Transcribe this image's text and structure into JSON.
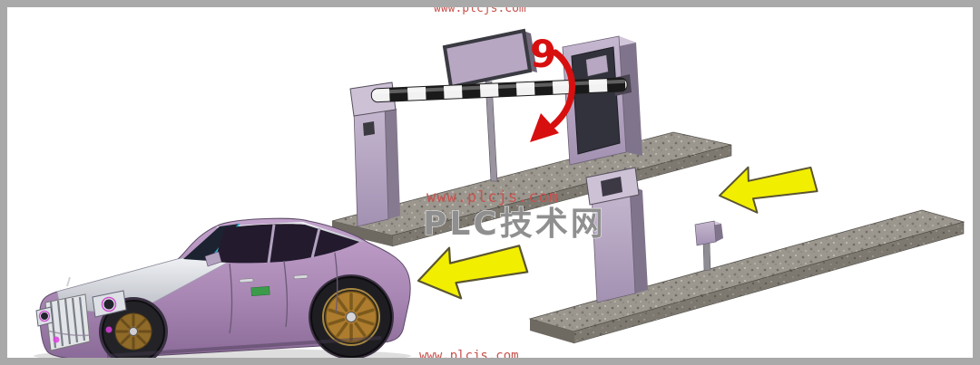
{
  "labels": {
    "step_number": "9"
  },
  "watermark": {
    "url": "www.plcjs.com",
    "site_name": "PLC技术网"
  },
  "colors": {
    "frame_gray": "#a9a9a9",
    "accent_red": "#d80f0f",
    "arrow_yellow": "#f2ee00",
    "arrow_outline": "#5a5530",
    "machine_lavender": "#b7a7c2",
    "granite_gray": "#9b978f",
    "car_purple": "#a987b4",
    "car_silver": "#dcdce2",
    "rim_bronze": "#ad7c2e",
    "watermark_red": "#c8524e",
    "watermark_gray": "#8f8f8f"
  }
}
